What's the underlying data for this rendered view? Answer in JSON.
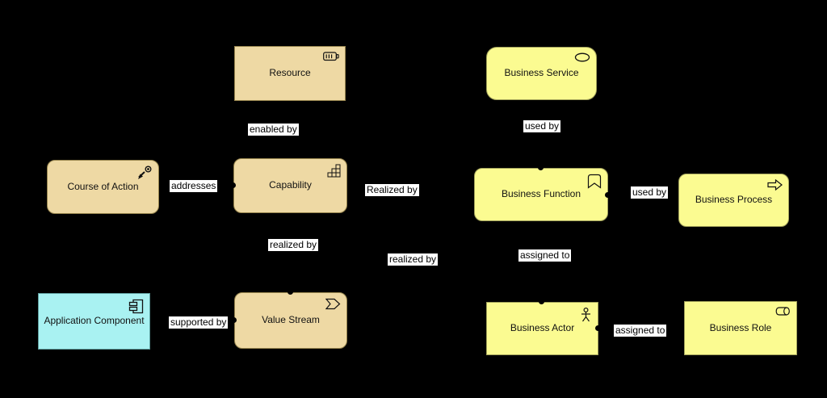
{
  "diagram": {
    "type": "archimate-relationships-overview",
    "background": "#000000",
    "colors": {
      "strategy_fill": "#eed9a4",
      "strategy_border": "#97854e",
      "business_fill": "#fbfb91",
      "business_border": "#a3a35c",
      "application_fill": "#a9f2f2",
      "application_border": "#5f9e9e",
      "label_bg": "#ffffff",
      "label_text": "#000000",
      "node_text": "#111111"
    }
  },
  "nodes": [
    {
      "label": "Resource",
      "layer": "strategy",
      "icon": "battery-resource-icon"
    },
    {
      "label": "Business Service",
      "layer": "business",
      "icon": "oval-service-icon"
    },
    {
      "label": "Course of Action",
      "layer": "strategy",
      "icon": "arrow-target-icon"
    },
    {
      "label": "Capability",
      "layer": "strategy",
      "icon": "stairs-capability-icon"
    },
    {
      "label": "Business Function",
      "layer": "business",
      "icon": "bookmark-function-icon"
    },
    {
      "label": "Business Process",
      "layer": "business",
      "icon": "arrow-process-icon"
    },
    {
      "label": "Application Component",
      "layer": "application",
      "icon": "component-icon"
    },
    {
      "label": "Value Stream",
      "layer": "strategy",
      "icon": "chevron-valuestream-icon"
    },
    {
      "label": "Business Actor",
      "layer": "business",
      "icon": "stick-figure-actor-icon"
    },
    {
      "label": "Business Role",
      "layer": "business",
      "icon": "cylinder-role-icon"
    }
  ],
  "edge_labels": [
    {
      "text": "enabled by"
    },
    {
      "text": "used by"
    },
    {
      "text": "addresses"
    },
    {
      "text": "Realized by"
    },
    {
      "text": "used by"
    },
    {
      "text": "realized by"
    },
    {
      "text": "realized by"
    },
    {
      "text": "assigned to"
    },
    {
      "text": "supported by"
    },
    {
      "text": "assigned to"
    }
  ]
}
